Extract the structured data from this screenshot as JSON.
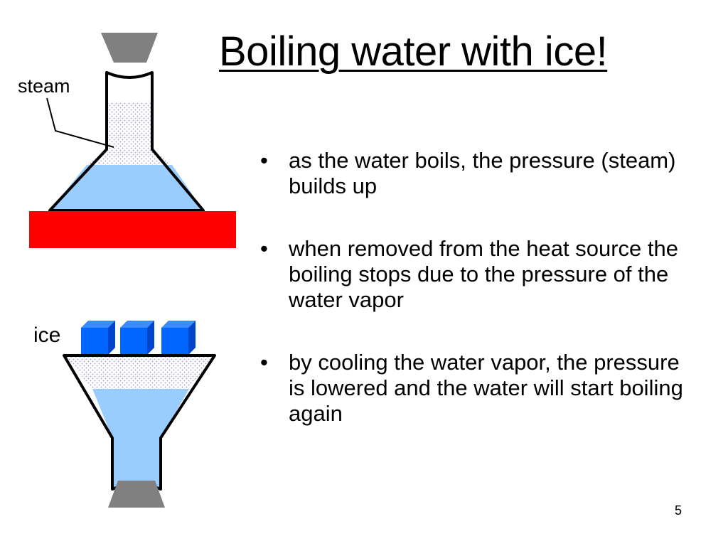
{
  "slide": {
    "title": "Boiling water with ice!",
    "page_number": "5",
    "bullets": [
      {
        "text": "as the water boils, the pressure (steam) builds up"
      },
      {
        "text": "when removed from the heat source the boiling stops due to the pressure of the water vapor"
      },
      {
        "text": "by cooling the water vapor, the pressure is lowered and the water will start boiling again"
      }
    ],
    "bullet_marker": "•"
  },
  "diagram": {
    "labels": {
      "steam": "steam",
      "ice": "ice"
    },
    "colors": {
      "water": "#99ccff",
      "steam_dots": "#9999cc",
      "heat_source": "#ff0000",
      "ice_cube_front": "#0066ff",
      "ice_cube_top": "#3a8cff",
      "ice_cube_side": "#0044cc",
      "stopper": "#808080"
    }
  }
}
